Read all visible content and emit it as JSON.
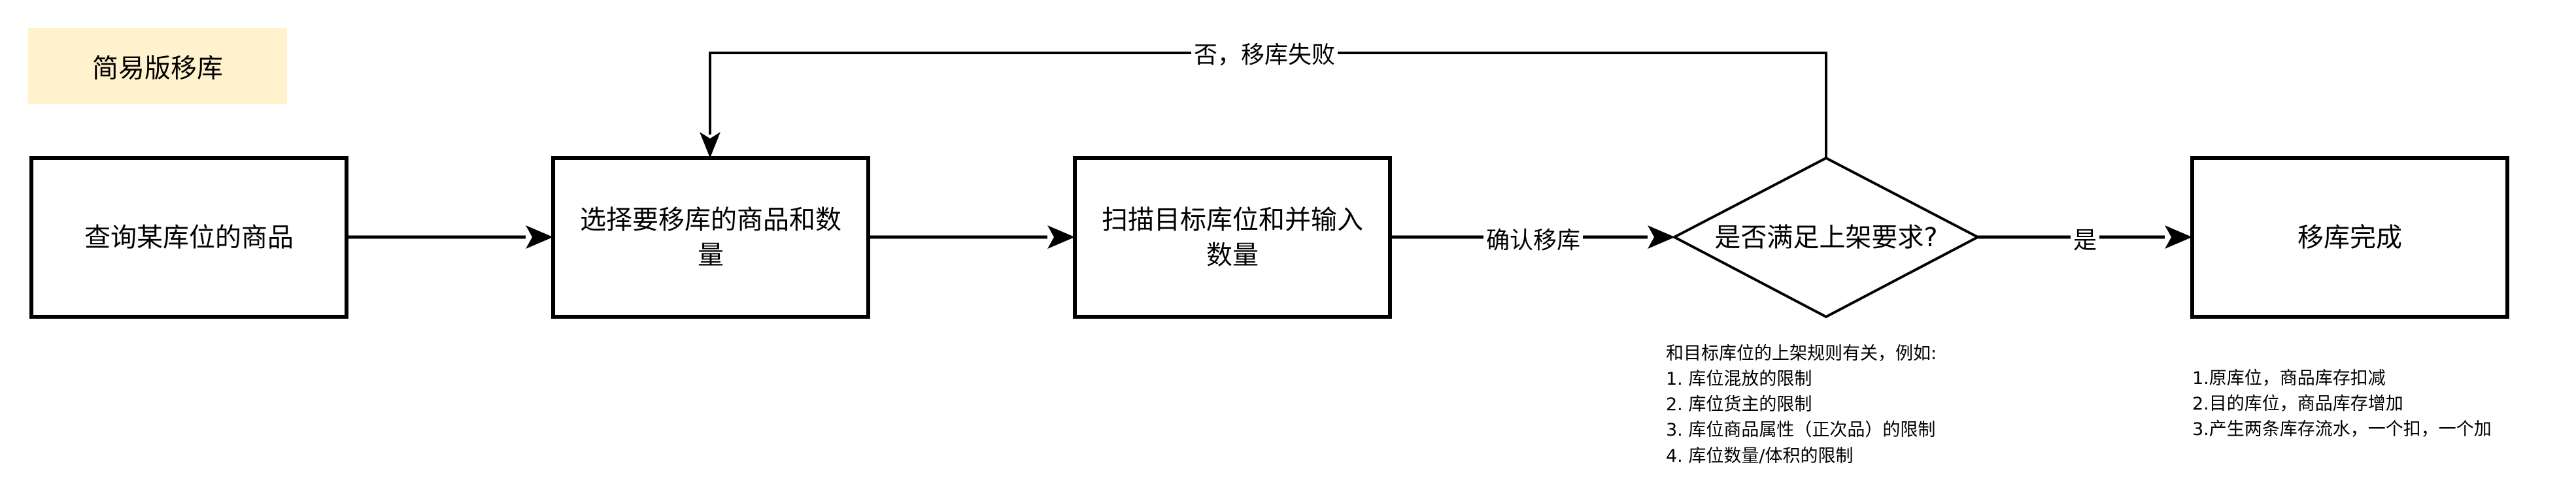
{
  "title": "简易版移库",
  "nodes": {
    "query": "查询某库位的商品",
    "select": "选择要移库的商品和数量",
    "scan": "扫描目标库位和并输入数量",
    "decision": "是否满足上架要求?",
    "done": "移库完成"
  },
  "edges": {
    "confirm": "确认移库",
    "yes": "是",
    "no": "否，移库失败"
  },
  "notes": {
    "rules": [
      "和目标库位的上架规则有关，例如:",
      "1. 库位混放的限制",
      "2. 库位货主的限制",
      "3. 库位商品属性（正次品）的限制",
      "4. 库位数量/体积的限制"
    ],
    "result": [
      "1.原库位，商品库存扣减",
      "2.目的库位，商品库存增加",
      "3.产生两条库存流水，一个扣，一个加"
    ]
  },
  "colors": {
    "title_bg": "#fff2cc",
    "stroke": "#000000"
  }
}
